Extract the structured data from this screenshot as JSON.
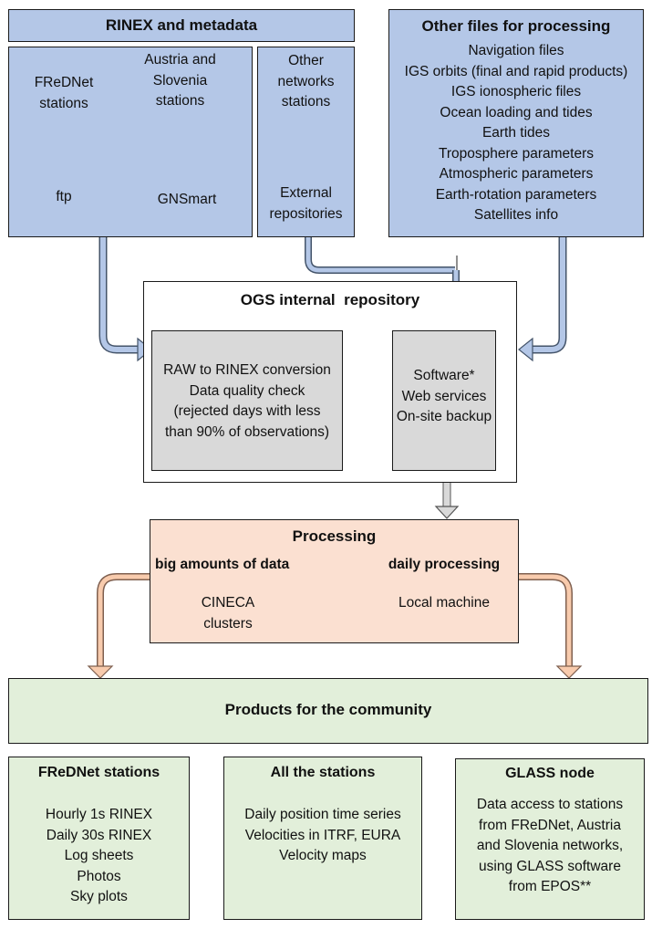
{
  "rinex": {
    "title": "RINEX and metadata",
    "fred": {
      "label": "FReDNet stations",
      "line1": "FReDNet",
      "line2": "stations",
      "target": "ftp"
    },
    "austria": {
      "line1": "Austria and",
      "line2": "Slovenia",
      "line3": "stations",
      "target": "GNSmart"
    },
    "other": {
      "line1": "Other",
      "line2": "networks",
      "line3": "stations",
      "target1": "External",
      "target2": "repositories"
    }
  },
  "other_files": {
    "title": "Other files for processing",
    "items": [
      "Navigation files",
      "IGS orbits (final and rapid products)",
      "IGS ionospheric files",
      "Ocean loading and tides",
      "Earth tides",
      "Troposphere parameters",
      "Atmospheric parameters",
      "Earth-rotation parameters",
      "Satellites info"
    ]
  },
  "ogs": {
    "title": "OGS internal  repository",
    "conversion": [
      "RAW to RINEX conversion",
      "Data quality check",
      "(rejected days with less",
      "than 90% of observations)"
    ],
    "services": [
      "Software*",
      "Web services",
      "On-site backup"
    ]
  },
  "processing": {
    "title": "Processing",
    "left_heading": "big amounts of data",
    "left_lines": [
      "CINECA",
      "clusters"
    ],
    "right_heading": "daily processing",
    "right_lines": [
      "Local machine"
    ]
  },
  "products": {
    "title": "Products for the community",
    "boxes": [
      {
        "title": "FReDNet stations",
        "lines": [
          "Hourly 1s RINEX",
          "Daily 30s RINEX",
          "Log sheets",
          "Photos",
          "Sky plots"
        ]
      },
      {
        "title": "All the stations",
        "lines": [
          "Daily position time series",
          "Velocities in ITRF, EURA",
          "Velocity maps"
        ]
      },
      {
        "title": "GLASS node",
        "lines": [
          "Data access to stations",
          "from FReDNet, Austria",
          "and Slovenia networks,",
          "using GLASS software",
          "from EPOS**"
        ]
      }
    ]
  },
  "colors": {
    "blue_fill": "#b4c7e7",
    "gray_fill": "#d9d9d9",
    "peach_fill": "#fbe0d1",
    "green_fill": "#e2efda",
    "arrow_blue": "#4472c4"
  }
}
